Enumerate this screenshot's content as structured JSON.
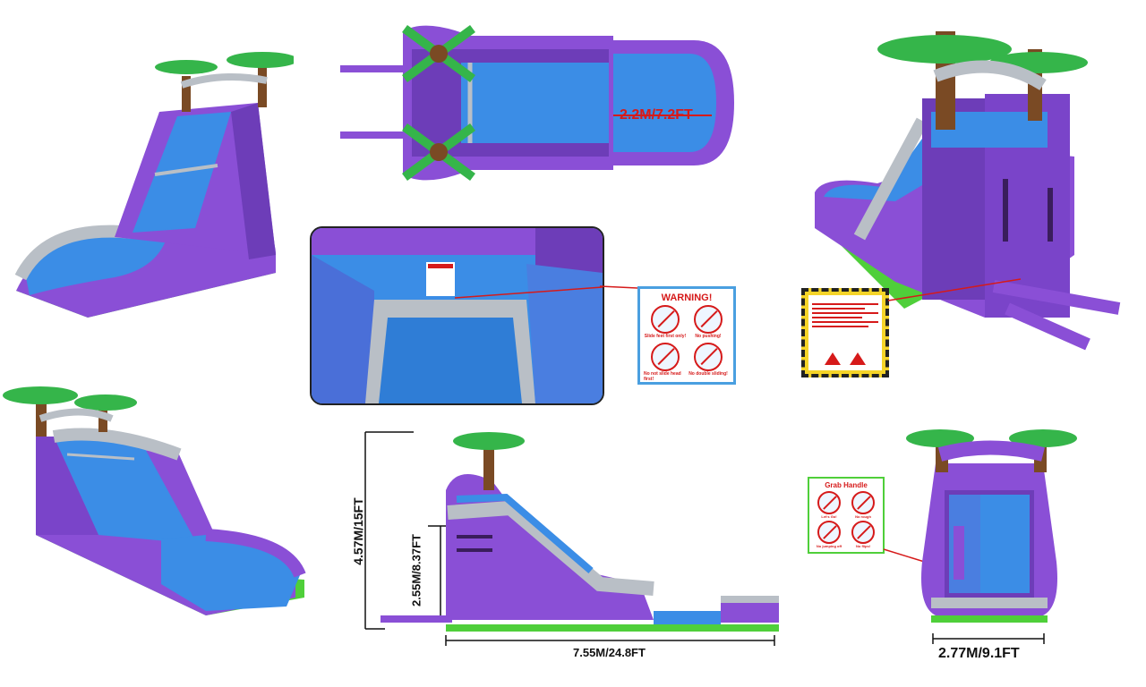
{
  "dimensions": {
    "width_top": "2.2M/7.2FT",
    "total_height": "4.57M/15FT",
    "platform_height": "2.55M/8.37FT",
    "length": "7.55M/24.8FT",
    "width_front": "2.77M/9.1FT"
  },
  "warning_sign": {
    "title": "WARNING!",
    "items": [
      "Slide feet first only!",
      "No pushing!",
      "No not slide head first!",
      "No double sliding!"
    ]
  },
  "grab_handle_sign": {
    "title": "Grab Handle",
    "items": [
      "Let's Go!",
      "No rough",
      "No jumping off",
      "No flips!"
    ]
  },
  "colors": {
    "purple": "#8a4fd6",
    "blue": "#3b8de6",
    "green": "#4fcf3a",
    "gray": "#b9bfc6",
    "palm_green": "#35b54a",
    "trunk": "#7a4a24",
    "red_text": "#d61a1a"
  }
}
